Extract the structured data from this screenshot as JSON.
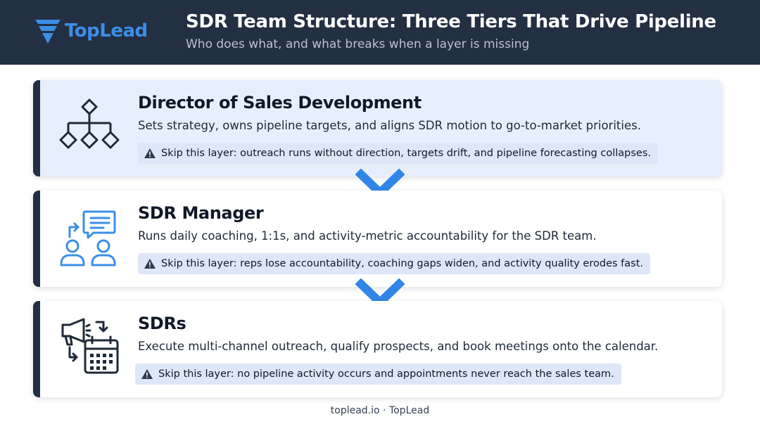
{
  "header": {
    "logo_text": "TopLead",
    "title": "SDR Team Structure: Three Tiers That Drive Pipeline",
    "subtitle": "Who does what, and what breaks when a layer is missing"
  },
  "tiers": [
    {
      "title": "Director of Sales Development",
      "description": "Sets strategy, owns pipeline targets, and aligns SDR motion to go-to-market priorities.",
      "warning": "Skip this layer: outreach runs without direction, targets drift, and pipeline forecasting collapses.",
      "icon": "org-chart-icon"
    },
    {
      "title": "SDR Manager",
      "description": "Runs daily coaching, 1:1s, and activity-metric accountability for the SDR team.",
      "warning": "Skip this layer: reps lose accountability, coaching gaps widen, and activity quality erodes fast.",
      "icon": "coaching-icon"
    },
    {
      "title": "SDRs",
      "description": "Execute multi-channel outreach, qualify prospects, and book meetings onto the calendar.",
      "warning": "Skip this layer: no pipeline activity occurs and appointments never reach the sales team.",
      "icon": "outreach-calendar-icon"
    }
  ],
  "footer": "toplead.io · TopLead",
  "colors": {
    "header_bg": "#232f42",
    "accent": "#3b8fe8",
    "highlight_card": "#e8effc",
    "warning_bg": "#dde7f8"
  }
}
